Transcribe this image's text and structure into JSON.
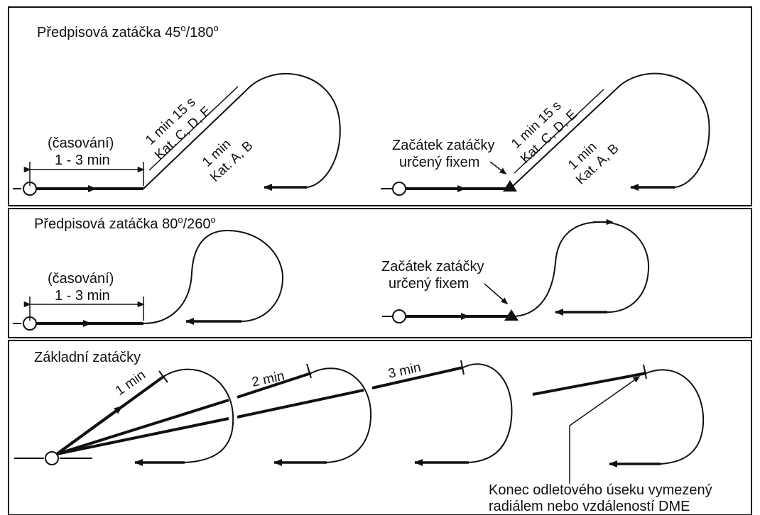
{
  "panels": [
    {
      "title_main": "Předpisová zatáčka 45",
      "title_sup1": "o",
      "title_mid": "/180",
      "title_sup2": "o",
      "timing_label": "(časování)",
      "timing_value": "1 - 3 min",
      "leg_cde_time": "1 min 15 s",
      "leg_cde_cat": "Kat. C, D, E",
      "leg_ab_time": "1 min",
      "leg_ab_cat": "Kat. A, B",
      "fix_label_1": "Začátek zatáčky",
      "fix_label_2": "určený fixem"
    },
    {
      "title_main": "Předpisová zatáčka 80",
      "title_sup1": "o",
      "title_mid": "/260",
      "title_sup2": "o",
      "timing_label": "(časování)",
      "timing_value": "1 - 3 min",
      "fix_label_1": "Začátek zatáčky",
      "fix_label_2": "určený fixem"
    },
    {
      "title": "Základní zatáčky",
      "leg1": "1 min",
      "leg2": "2 min",
      "leg3": "3 min",
      "dme_label_1": "Konec odletového úseku vymezený",
      "dme_label_2": "radiálem nebo vzdáleností DME"
    }
  ]
}
